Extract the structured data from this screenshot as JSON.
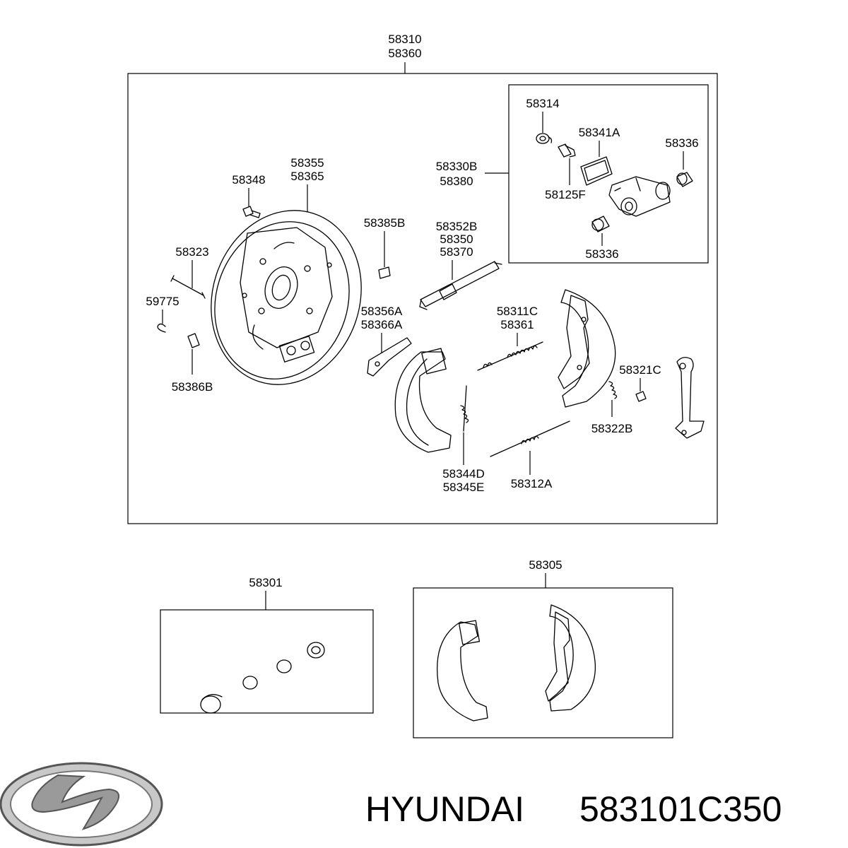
{
  "labels": {
    "asm_top_1": "58310",
    "asm_top_2": "58360",
    "wc_sub_1": "58330B",
    "wc_sub_2": "58380",
    "p58314": "58314",
    "p58341a": "58341A",
    "p58336a": "58336",
    "p58125f": "58125F",
    "p58336b": "58336",
    "p58348": "58348",
    "p58355": "58355",
    "p58365": "58365",
    "p58385b": "58385B",
    "p58352b": "58352B",
    "p58350": "58350",
    "p58370": "58370",
    "p58323": "58323",
    "p59775": "59775",
    "p58386b": "58386B",
    "p58356a": "58356A",
    "p58366a": "58366A",
    "p58311c": "58311C",
    "p58361": "58361",
    "p58321c": "58321C",
    "p58322b": "58322B",
    "p58344d": "58344D",
    "p58345e": "58345E",
    "p58312a": "58312A",
    "kit_58301": "58301",
    "kit_58305": "58305"
  },
  "footer": {
    "brand": "HYUNDAI",
    "part_number": "583101C350",
    "logo_icon": "hyundai-logo-icon"
  }
}
